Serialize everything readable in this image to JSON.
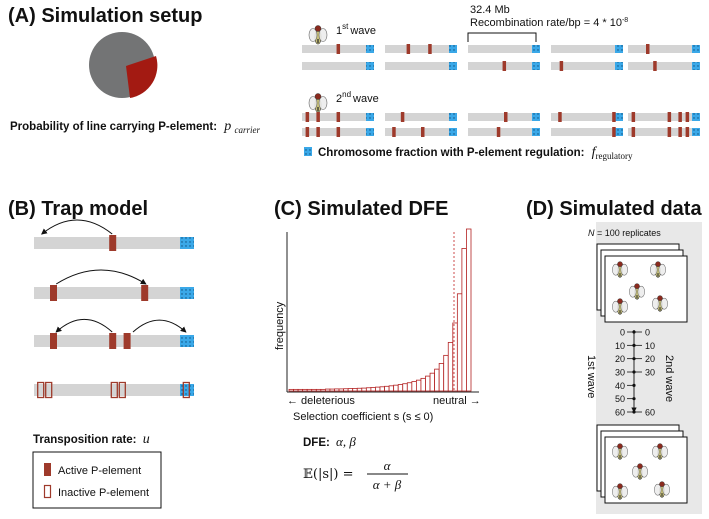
{
  "panel_a": {
    "title": "(A) Simulation setup",
    "pie_label": "Probability of line carrying P-element:",
    "pie_var": "p",
    "pie_var_sub": "carrier",
    "wave1": "1",
    "wave2": "2",
    "wave_sup": "st",
    "wave_sup2": "nd",
    "wave_word": "wave",
    "mb_label": "32.4 Mb",
    "recomb_label": "Recombination rate/bp = 4 * 10",
    "recomb_exp": "-8",
    "reg_label": "Chromosome fraction with P-element regulation:",
    "reg_var": "f",
    "reg_var_sub": "regulatory"
  },
  "panel_b": {
    "title": "(B) Trap model",
    "rate_label": "Transposition rate:",
    "rate_var": "u",
    "legend_active": "Active P-element",
    "legend_inactive": "Inactive P-element"
  },
  "panel_c": {
    "title": "(C) Simulated DFE",
    "ylabel": "frequency",
    "x_left": "← deleterious",
    "x_right": "neutral →",
    "xlabel": "Selection coefficient s (s ≤ 0)",
    "dfe_label": "DFE:",
    "dfe_params": "α, β",
    "formula_lhs": "𝔼(|s|) =",
    "formula_num": "α",
    "formula_den": "α + β"
  },
  "panel_d": {
    "title": "(D) Simulated data",
    "n_label": "N",
    "n_rest": " = 100 replicates",
    "wave1_label": "1st wave",
    "wave2_label": "2nd wave",
    "left_ticks": [
      "0",
      "10",
      "20",
      "30",
      "40",
      "50",
      "60"
    ],
    "right_ticks": [
      "0",
      "10",
      "20",
      "30",
      "60"
    ]
  },
  "colors": {
    "pie_main": "#737475",
    "pie_slice": "#a31a12",
    "chrom": "#d4d4d4",
    "p_element": "#9e3a2b",
    "regulatory": "#3aa8e8",
    "box": "#e8e8e8"
  },
  "chart_data": {
    "type": "bar",
    "title": "Simulated DFE",
    "xlabel": "Selection coefficient s (s ≤ 0)",
    "ylabel": "frequency",
    "note": "histogram bar heights are relative (no numeric axis printed); shape decays from neutral to deleterious",
    "values": [
      0.01,
      0.01,
      0.01,
      0.01,
      0.01,
      0.01,
      0.01,
      0.01,
      0.012,
      0.012,
      0.013,
      0.013,
      0.014,
      0.015,
      0.016,
      0.017,
      0.018,
      0.02,
      0.022,
      0.024,
      0.026,
      0.029,
      0.032,
      0.036,
      0.04,
      0.045,
      0.051,
      0.058,
      0.067,
      0.078,
      0.092,
      0.11,
      0.135,
      0.17,
      0.22,
      0.3,
      0.42,
      0.6,
      0.88,
      1.0
    ]
  }
}
